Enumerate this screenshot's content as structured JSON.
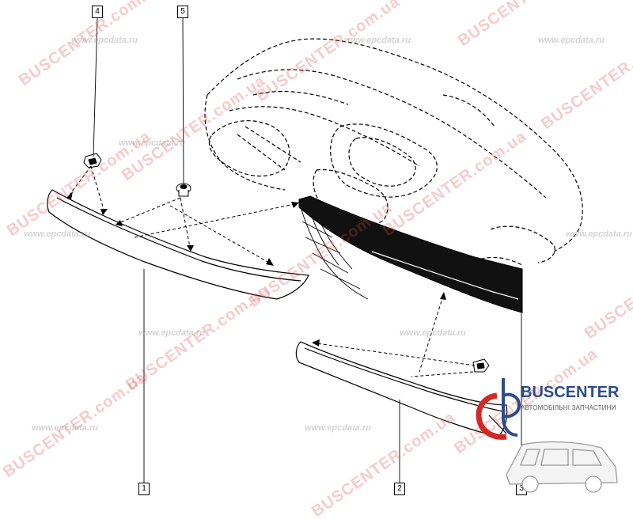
{
  "callouts": {
    "c1": "1",
    "c2": "2",
    "c3": "3",
    "c4": "4",
    "c5": "5"
  },
  "watermarks": {
    "buscenter": "BUSCENTER.com.ua",
    "epcdata": "www.epcdata.ru"
  },
  "logo": {
    "title": "BUSCENTER",
    "subtitle": "АВТОМОБІЛЬНІ ЗАПЧАСТИНИ"
  },
  "colors": {
    "watermark_red": "#e14646",
    "logo_blue": "#2c4c8c",
    "logo_red": "#d22828",
    "line": "#000000"
  }
}
